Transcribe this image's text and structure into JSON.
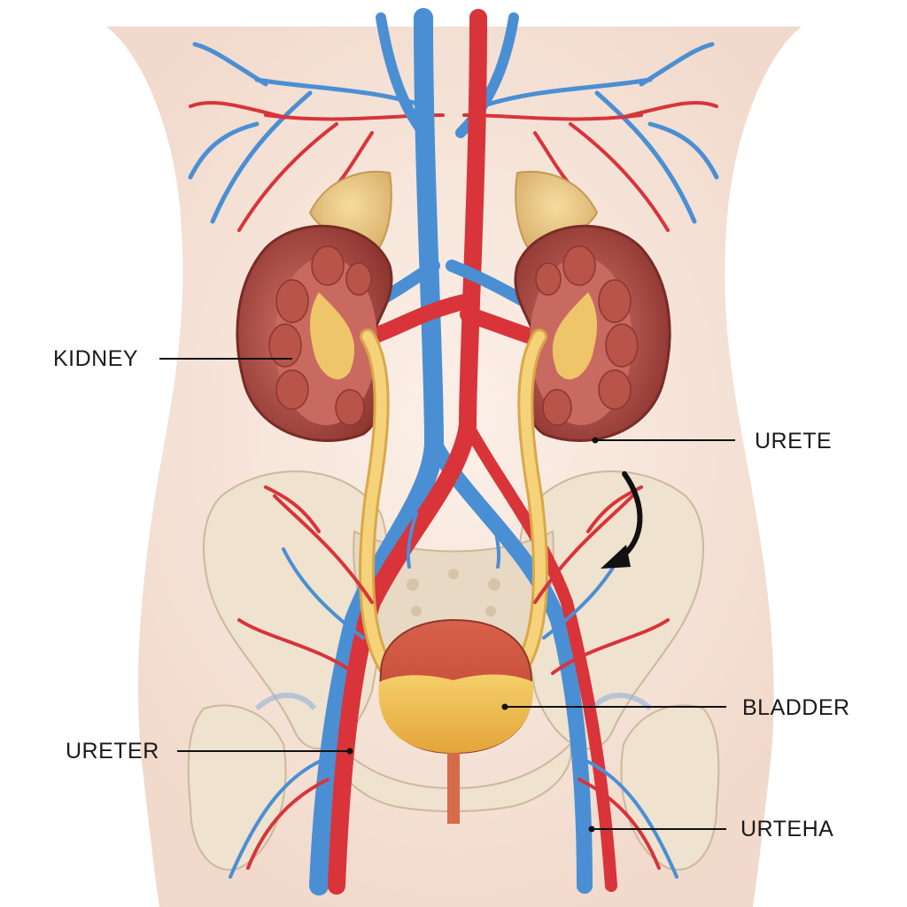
{
  "diagram": {
    "colors": {
      "skin": "#f6e6dc",
      "bone": "#efe2cf",
      "artery": "#d8343a",
      "vein": "#4a8fd4",
      "kidney": "#b5524a",
      "ureter": "#f2c46a",
      "bladder_top": "#d0553f",
      "urine": "#f0bd4f"
    },
    "labels": {
      "kidney": "KIDNEY",
      "urete": "URETE",
      "bladder": "BLADDER",
      "ureter": "URETER",
      "urteha": "URTEHA"
    }
  }
}
